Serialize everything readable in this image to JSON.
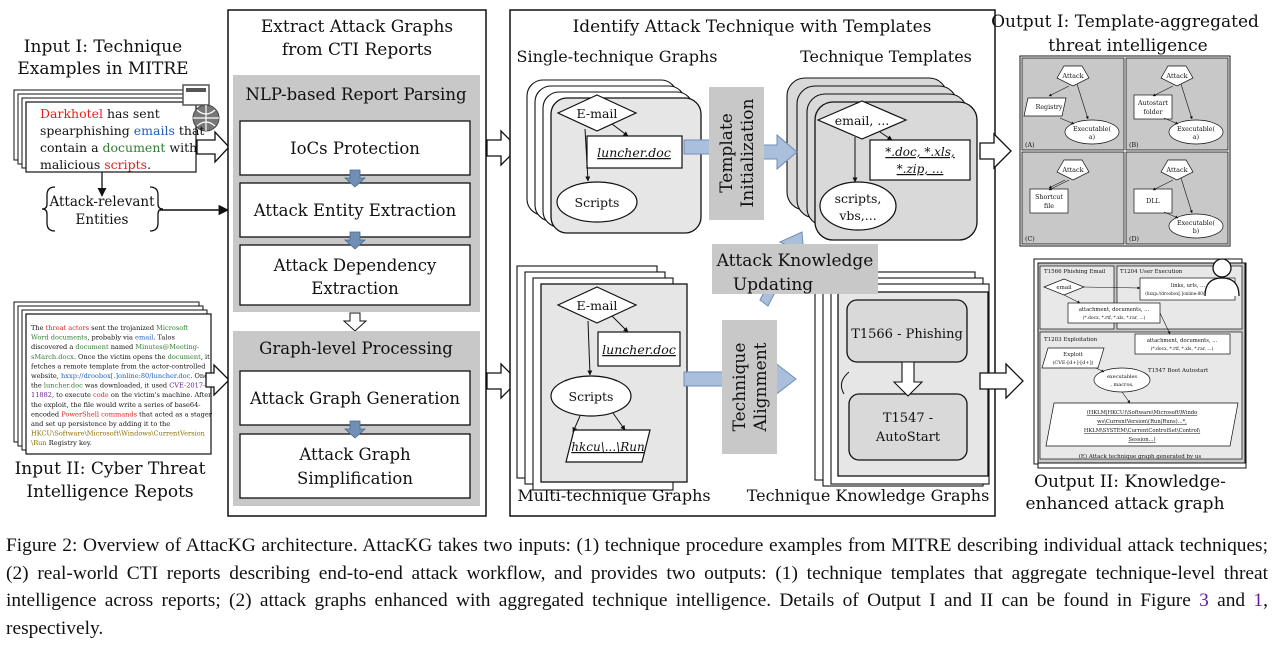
{
  "input1": {
    "title": [
      "Input I: Technique",
      "Examples in MITRE"
    ],
    "example_lines": [
      [
        {
          "t": "Darkhotel",
          "c": "#e02020"
        },
        {
          "t": " has sent",
          "c": "#111111"
        }
      ],
      [
        {
          "t": "spearphishing ",
          "c": "#111111"
        },
        {
          "t": "emails",
          "c": "#1f5fbf"
        },
        {
          "t": " that",
          "c": "#111111"
        }
      ],
      [
        {
          "t": "contain a ",
          "c": "#111111"
        },
        {
          "t": "document",
          "c": "#2e7d32"
        },
        {
          "t": " with",
          "c": "#111111"
        }
      ],
      [
        {
          "t": "malicious ",
          "c": "#111111"
        },
        {
          "t": "scripts",
          "c": "#e02020"
        },
        {
          "t": ".",
          "c": "#111111"
        }
      ]
    ],
    "entities": [
      "Attack-relevant",
      "Entities"
    ]
  },
  "input2": {
    "title": [
      "Input II: Cyber Threat",
      "Intelligence Repots"
    ],
    "report_lines": [
      [
        {
          "t": "The ",
          "c": "#111111"
        },
        {
          "t": "threat actors",
          "c": "#e02020"
        },
        {
          "t": " sent the trojanized ",
          "c": "#111111"
        },
        {
          "t": "Microsoft",
          "c": "#2e7d32"
        }
      ],
      [
        {
          "t": "Word documents",
          "c": "#2e7d32"
        },
        {
          "t": ", probably via ",
          "c": "#111111"
        },
        {
          "t": "email",
          "c": "#1f5fbf"
        },
        {
          "t": ". Talos",
          "c": "#111111"
        }
      ],
      [
        {
          "t": "discovered a ",
          "c": "#111111"
        },
        {
          "t": "document",
          "c": "#2e7d32"
        },
        {
          "t": " named ",
          "c": "#111111"
        },
        {
          "t": "Minutes@Meeting-",
          "c": "#2e7d32"
        }
      ],
      [
        {
          "t": "sMarch.docx",
          "c": "#2e7d32"
        },
        {
          "t": ". Once the victim opens the ",
          "c": "#111111"
        },
        {
          "t": "document",
          "c": "#2e7d32"
        },
        {
          "t": ", it",
          "c": "#111111"
        }
      ],
      [
        {
          "t": "fetches a remote template from the actor-controlled",
          "c": "#111111"
        }
      ],
      [
        {
          "t": "website, ",
          "c": "#111111"
        },
        {
          "t": "hxxp://droobox[.]online:80/luncher.doc",
          "c": "#1f5fbf"
        },
        {
          "t": ". Once",
          "c": "#111111"
        }
      ],
      [
        {
          "t": "the ",
          "c": "#111111"
        },
        {
          "t": "luncher.doc",
          "c": "#2e7d32"
        },
        {
          "t": " was downloaded, it used ",
          "c": "#111111"
        },
        {
          "t": "CVE-2017-",
          "c": "#6a1b9a"
        }
      ],
      [
        {
          "t": "11882",
          "c": "#6a1b9a"
        },
        {
          "t": ", to execute ",
          "c": "#111111"
        },
        {
          "t": "code",
          "c": "#e02020"
        },
        {
          "t": " on the victim's machine. After",
          "c": "#111111"
        }
      ],
      [
        {
          "t": "the exploit, the file would write a series of base64-",
          "c": "#111111"
        }
      ],
      [
        {
          "t": "encoded ",
          "c": "#111111"
        },
        {
          "t": "PowerShell commands",
          "c": "#e02020"
        },
        {
          "t": " that acted as a stager",
          "c": "#111111"
        }
      ],
      [
        {
          "t": "and set up persistence by adding it to the",
          "c": "#111111"
        }
      ],
      [
        {
          "t": "HKCU\\Software\\Microsoft\\Windows\\CurrentVersion",
          "c": "#8d6e00"
        }
      ],
      [
        {
          "t": "\\Run",
          "c": "#8d6e00"
        },
        {
          "t": " Registry key.",
          "c": "#111111"
        }
      ]
    ]
  },
  "extract": {
    "title": [
      "Extract Attack Graphs",
      "from CTI Reports"
    ],
    "nlp": {
      "title": "NLP-based Report Parsing",
      "steps": [
        [
          "IoCs Protection"
        ],
        [
          "Attack Entity Extraction"
        ],
        [
          "Attack Dependency",
          "Extraction"
        ]
      ]
    },
    "graph": {
      "title": "Graph-level Processing",
      "steps": [
        [
          "Attack Graph Generation"
        ],
        [
          "Attack Graph",
          "Simplification"
        ]
      ]
    }
  },
  "identify": {
    "title": "Identify Attack Technique with Templates",
    "single_title": "Single-technique Graphs",
    "templates_title": "Technique Templates",
    "multi_title": "Multi-technique Graphs",
    "kg_title": "Technique Knowledge Graphs",
    "single_graph": {
      "email": "E-mail",
      "doc": "luncher.doc",
      "scripts": "Scripts"
    },
    "multi_graph": {
      "email": "E-mail",
      "doc": "luncher.doc",
      "scripts": "Scripts",
      "run": "hkcu\\...\\Run"
    },
    "template_graph": {
      "email": "email, ...",
      "ext": [
        "*.doc, *.xls,",
        "*.zip, ..."
      ],
      "scripts": [
        "scripts,",
        "vbs,..."
      ]
    },
    "kg_graph": {
      "phishing": "T1566 - Phishing",
      "autostart": [
        "T1547 -",
        "AutoStart"
      ]
    },
    "ops": {
      "init": [
        "Template",
        "Initialization"
      ],
      "update": [
        "Attack Knowledge",
        "Updating"
      ],
      "align": [
        "Technique",
        "Alignment"
      ]
    }
  },
  "output1": {
    "title": [
      "Output I: Template-aggregated",
      "threat intelligence"
    ],
    "panels": [
      {
        "id": "(A)",
        "top": "Attack",
        "mid": [
          "Registry"
        ],
        "bottom": [
          "Executable(",
          "a)"
        ]
      },
      {
        "id": "(B)",
        "top": "Attack",
        "mid": [
          "Autostart",
          "folder"
        ],
        "bottom": [
          "Executable(",
          "a)"
        ]
      },
      {
        "id": "(C)",
        "top": "Attack",
        "mid": [
          "Shortcut",
          "file"
        ],
        "bottom": []
      },
      {
        "id": "(D)",
        "top": "Attack",
        "mid": [
          "DLL"
        ],
        "bottom": [
          "Executable(",
          "b)"
        ]
      }
    ]
  },
  "output2": {
    "title": [
      "Output II: Knowledge-",
      "enhanced attack graph"
    ],
    "sections": {
      "s1": "T1566 Phishing Email",
      "s2": "T1204 User Execution",
      "s3": "T1203 Exploitation",
      "s4": "T1547 Boot Autostart"
    },
    "nodes": {
      "email": "email",
      "links": [
        "links, urls, ...",
        "(hxxp://droobox[.]online:80/luncher.doc)"
      ],
      "attach1": [
        "attachment, documents, ...",
        "(*.docx, *.rtf, *.xls, *.rar, ...)"
      ],
      "attach2": [
        "attachment, documents, ...",
        "(*.docx, *.rtf, *.xls, *.rar, ...)"
      ],
      "exploit": [
        "Exploit",
        "(CVE-[d+]-[d+])"
      ],
      "exec": [
        "executables",
        ", macros,"
      ],
      "registry": [
        "(HKLM|HKCU)\\Software\\Microsoft\\Windo",
        "ws\\CurrentVersion\\(Run|Runs)...*,",
        "HKLM\\SYSTEM\\CurrentControlSet\\Control\\",
        "Session...)"
      ]
    },
    "footer": "(E) Attack technique graph generated by us"
  },
  "caption": {
    "p1": "Figure 2: Overview of AttacKG architecture. AttacKG takes two inputs: (1) technique procedure examples from MITRE describing individual attack techniques; (2) real-world CTI reports describing end-to-end attack workflow, and provides two outputs: (1) technique templates that aggregate technique-level threat intelligence across reports; (2) attack graphs enhanced with aggregated technique intelligence. Details of Output I and II can be found in Figure ",
    "ref1": "3",
    "mid": " and ",
    "ref2": "1",
    "end": ", respectively."
  }
}
